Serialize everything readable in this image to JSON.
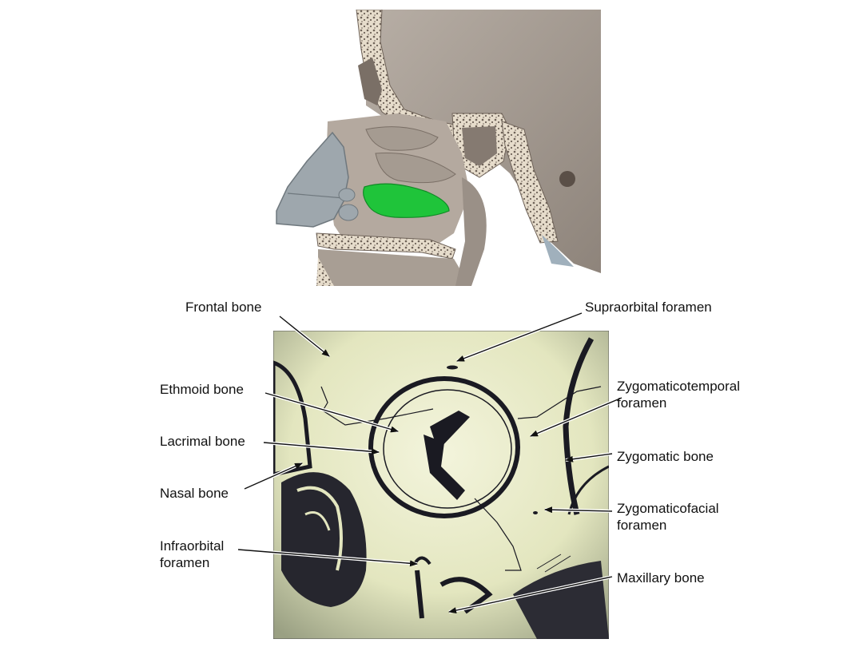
{
  "colors": {
    "bone": "#a89e94",
    "bone_dark": "#7a6f66",
    "cancellous": "#e6dccb",
    "highlight_green": "#1fc43a",
    "nasal_cartilage": "#9ea7ad",
    "sketch_bg": "#e3e6bf",
    "ink": "#1a1a22"
  },
  "labels": {
    "frontal_bone": "Frontal bone",
    "supraorbital_foramen": "Supraorbital foramen",
    "ethmoid_bone": "Ethmoid bone",
    "zygomaticotemporal_foramen": "Zygomaticotemporal\nforamen",
    "lacrimal_bone": "Lacrimal bone",
    "zygomatic_bone": "Zygomatic bone",
    "nasal_bone": "Nasal bone",
    "zygomaticofacial_foramen": "Zygomaticofacial\nforamen",
    "infraorbital_foramen": "Infraorbital\nforamen",
    "maxillary_bone": "Maxillary bone"
  }
}
